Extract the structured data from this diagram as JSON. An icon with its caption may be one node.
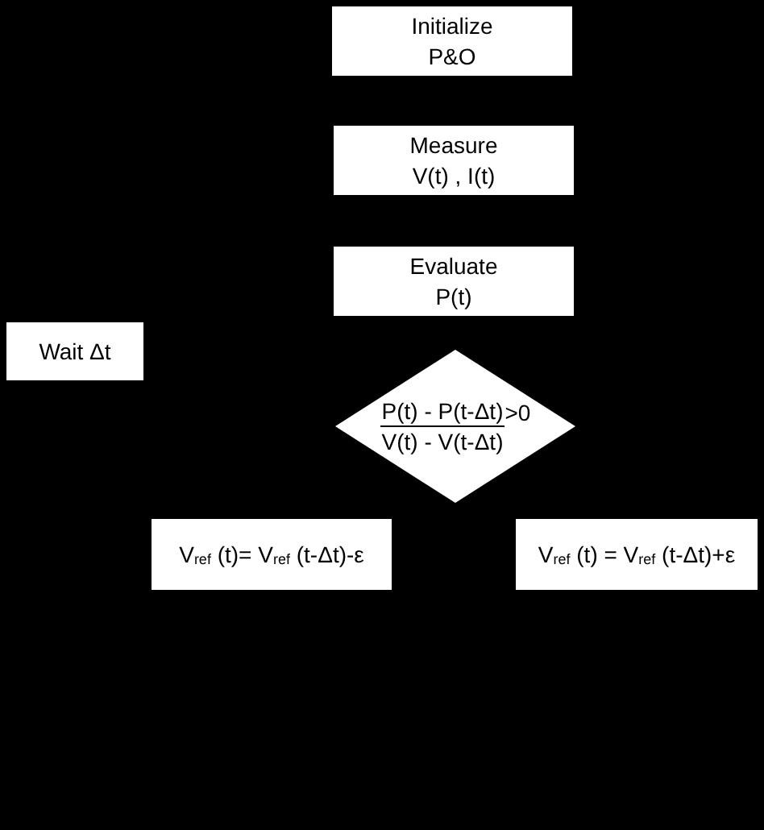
{
  "diagram": {
    "nodes": [
      {
        "text": [
          "Initialize P&O"
        ]
      },
      {
        "text": [
          "Measure V(t) , I(t)"
        ]
      },
      {
        "text": [
          "Evaluate P(t)"
        ]
      },
      {
        "text": [
          "Wait Δt"
        ]
      },
      {
        "text": [
          "P(t) - P(t-Δt)",
          "V(t) - V(t-Δt)",
          ">0"
        ]
      },
      {
        "text": [
          "V$_{ref}$ (t)= V$_{ref}$ (t-Δt)-ε"
        ]
      },
      {
        "text": [
          "V$_{ref}$ (t) = V$_{ref}$ (t-Δt)+ε"
        ]
      }
    ]
  }
}
